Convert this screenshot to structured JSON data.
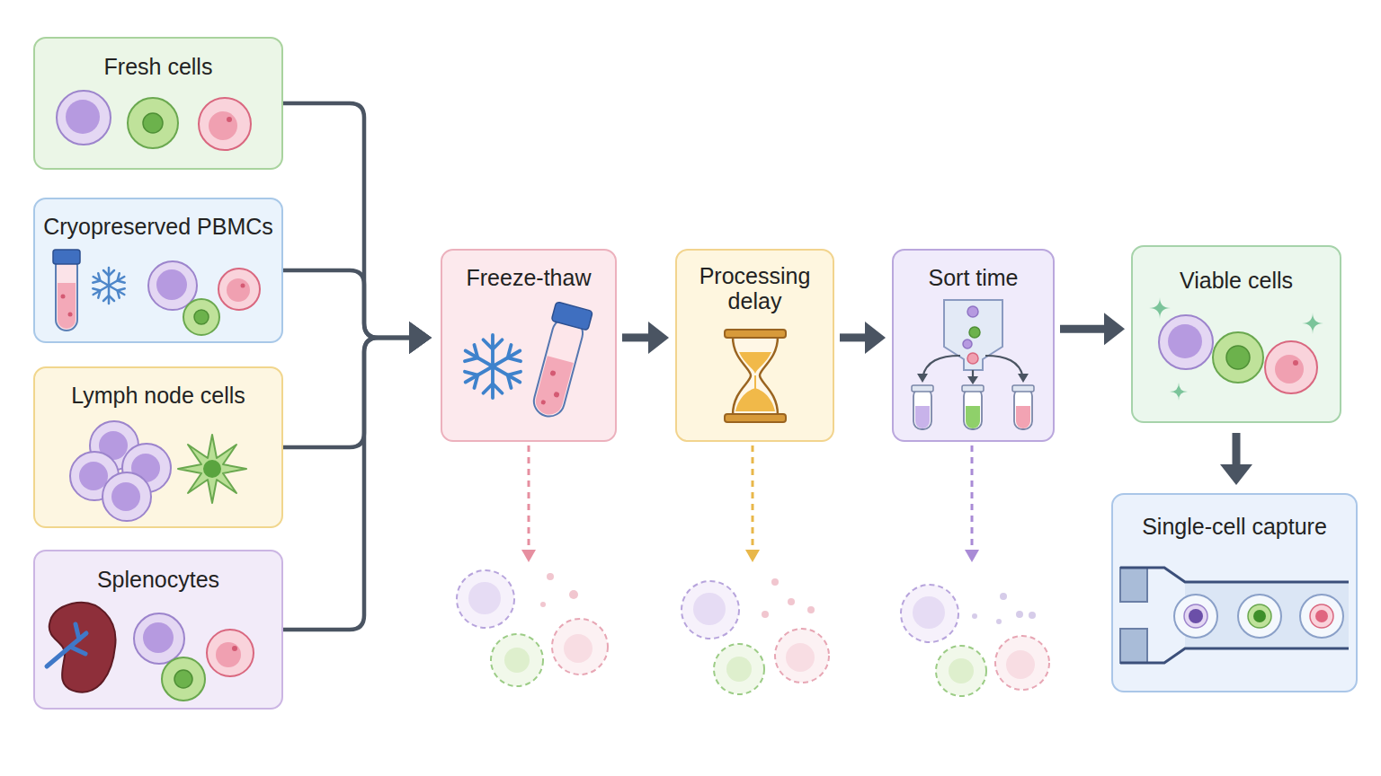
{
  "diagram": {
    "nodes": [
      {
        "text": [
          "Fresh cells"
        ]
      },
      {
        "text": [
          "Cryopreserved PBMCs"
        ]
      },
      {
        "text": [
          "Lymph node cells"
        ]
      },
      {
        "text": [
          "Splenocytes"
        ]
      },
      {
        "text": [
          "Freeze-thaw"
        ]
      },
      {
        "text": [
          "Processing delay"
        ]
      },
      {
        "text": [
          "Sort time"
        ]
      },
      {
        "text": [
          "Viable cells"
        ]
      },
      {
        "text": [
          "Single-cell capture"
        ]
      }
    ],
    "edges": [
      {
        "from": 0,
        "to": 4,
        "arrow": "to"
      },
      {
        "from": 1,
        "to": 4,
        "arrow": "to"
      },
      {
        "from": 2,
        "to": 4,
        "arrow": "to"
      },
      {
        "from": 3,
        "to": 4,
        "arrow": "to"
      },
      {
        "from": 4,
        "to": 5,
        "arrow": "to"
      },
      {
        "from": 5,
        "to": 6,
        "arrow": "to"
      },
      {
        "from": 6,
        "to": 7,
        "arrow": "to"
      },
      {
        "from": 7,
        "to": 8,
        "arrow": "to"
      }
    ]
  }
}
